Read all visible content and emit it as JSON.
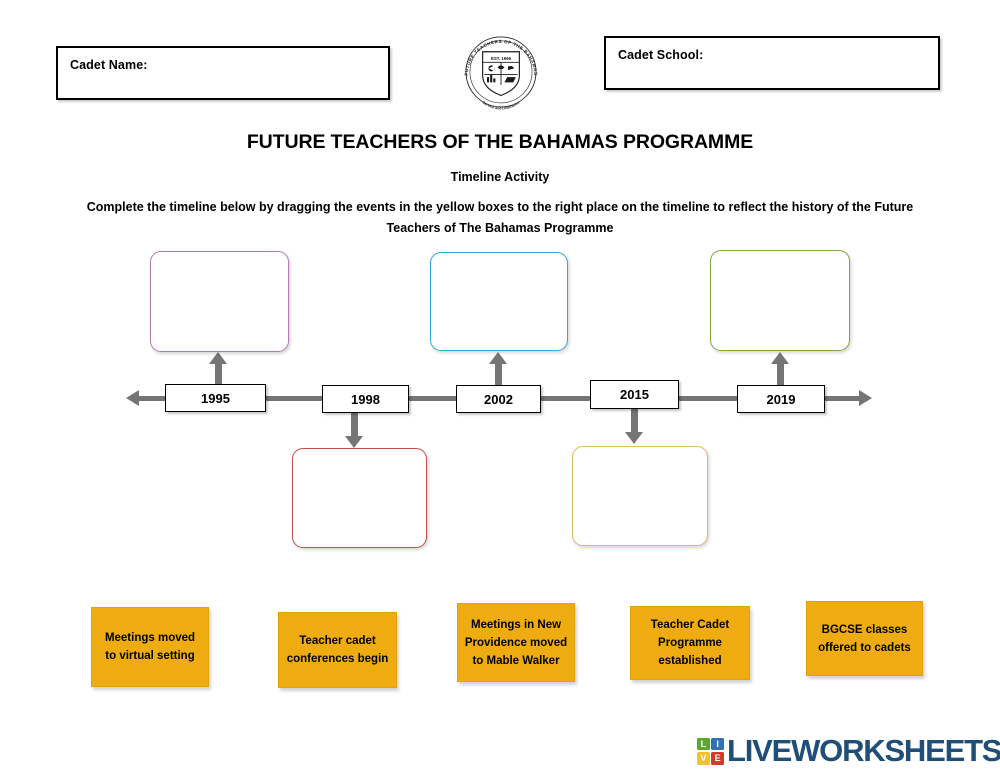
{
  "header": {
    "cadet_name_label": "Cadet Name:",
    "cadet_school_label": "Cadet School:",
    "logo": {
      "name": "future-teachers-of-the-bahamas-crest",
      "ring_text_top": "FUTURE TEACHERS OF THE BAHAMAS",
      "est_text": "EST. 1966",
      "ring_text_bottom": "Service and Dedication"
    }
  },
  "titles": {
    "main": "FUTURE TEACHERS OF THE BAHAMAS PROGRAMME",
    "sub": "Timeline Activity",
    "instructions": "Complete the timeline below by dragging the events in the yellow boxes to the right place on the timeline to reflect the history of the Future Teachers of The Bahamas Programme"
  },
  "timeline": {
    "years": [
      {
        "label": "1995",
        "direction": "up"
      },
      {
        "label": "1998",
        "direction": "down"
      },
      {
        "label": "2002",
        "direction": "up"
      },
      {
        "label": "2015",
        "direction": "down"
      },
      {
        "label": "2019",
        "direction": "up"
      }
    ],
    "drop_zones": [
      {
        "id": "drop-1995",
        "year": "1995",
        "position": "above",
        "value": "",
        "border_color": "#b07cb0"
      },
      {
        "id": "drop-1998",
        "year": "1998",
        "position": "below",
        "value": "",
        "border_color": "#c0504d"
      },
      {
        "id": "drop-2002",
        "year": "2002",
        "position": "above",
        "value": "",
        "border_color": "#31a8d8"
      },
      {
        "id": "drop-2015",
        "year": "2015",
        "position": "below",
        "value": "",
        "border_color": "#e0b86a"
      },
      {
        "id": "drop-2019",
        "year": "2019",
        "position": "above",
        "value": "",
        "border_color": "#7aab3f"
      }
    ]
  },
  "answers": {
    "tile_color": "#efac11",
    "items": [
      {
        "id": "tile-1",
        "text": "Meetings moved to virtual setting"
      },
      {
        "id": "tile-2",
        "text": "Teacher cadet conferences begin"
      },
      {
        "id": "tile-3",
        "text": "Meetings in New Providence moved to Mable Walker"
      },
      {
        "id": "tile-4",
        "text": "Teacher Cadet Programme established"
      },
      {
        "id": "tile-5",
        "text": "BGCSE classes offered to cadets"
      }
    ]
  },
  "footer": {
    "brand_word": "LIVEWORKSHEETS",
    "brand_color": "#1f4e79",
    "squares": [
      {
        "letter": "L",
        "color": "#5aa832"
      },
      {
        "letter": "I",
        "color": "#2f72b8"
      },
      {
        "letter": "V",
        "color": "#f2c12e"
      },
      {
        "letter": "E",
        "color": "#d7382d"
      }
    ]
  }
}
